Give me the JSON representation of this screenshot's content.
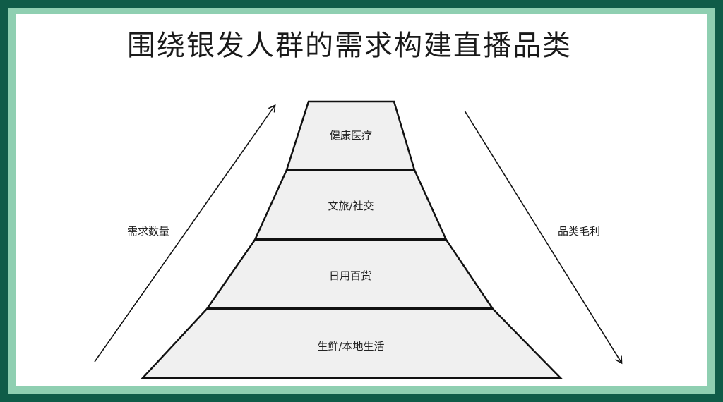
{
  "title": "围绕银发人群的需求构建直播品类",
  "pyramid": {
    "levels": [
      "健康医疗",
      "文旅/社交",
      "日用百货",
      "生鲜/本地生活"
    ]
  },
  "left_arrow": {
    "label": "需求数量",
    "direction": "up"
  },
  "right_arrow": {
    "label": "品类毛利",
    "direction": "down"
  },
  "colors": {
    "frame_dark": "#0f5c48",
    "frame_light": "#8fcfb1",
    "level_fill": "#f0f0f0",
    "stroke": "#111111"
  }
}
